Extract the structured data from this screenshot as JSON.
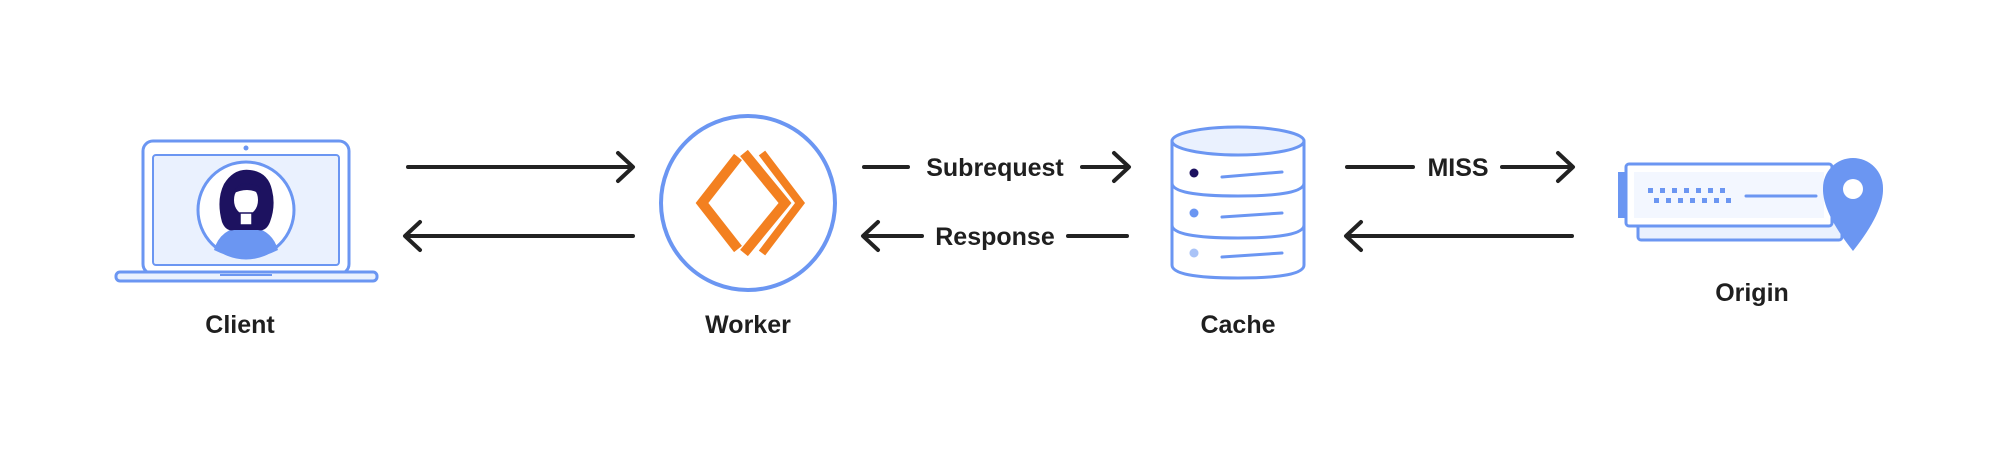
{
  "nodes": {
    "client": "Client",
    "worker": "Worker",
    "cache": "Cache",
    "origin": "Origin"
  },
  "edges": {
    "subrequest": "Subrequest",
    "response": "Response",
    "miss": "MISS"
  },
  "colors": {
    "blue_accent": "#6b96f2",
    "blue_light": "#eaf1fe",
    "orange_accent": "#f38020",
    "arrow": "#222222",
    "text": "#1f1f1f"
  },
  "icons": {
    "client": "laptop-with-user-avatar-icon",
    "worker": "cloudflare-workers-logo-icon",
    "cache": "database-cylinder-icon",
    "origin": "server-with-location-pin-icon"
  }
}
